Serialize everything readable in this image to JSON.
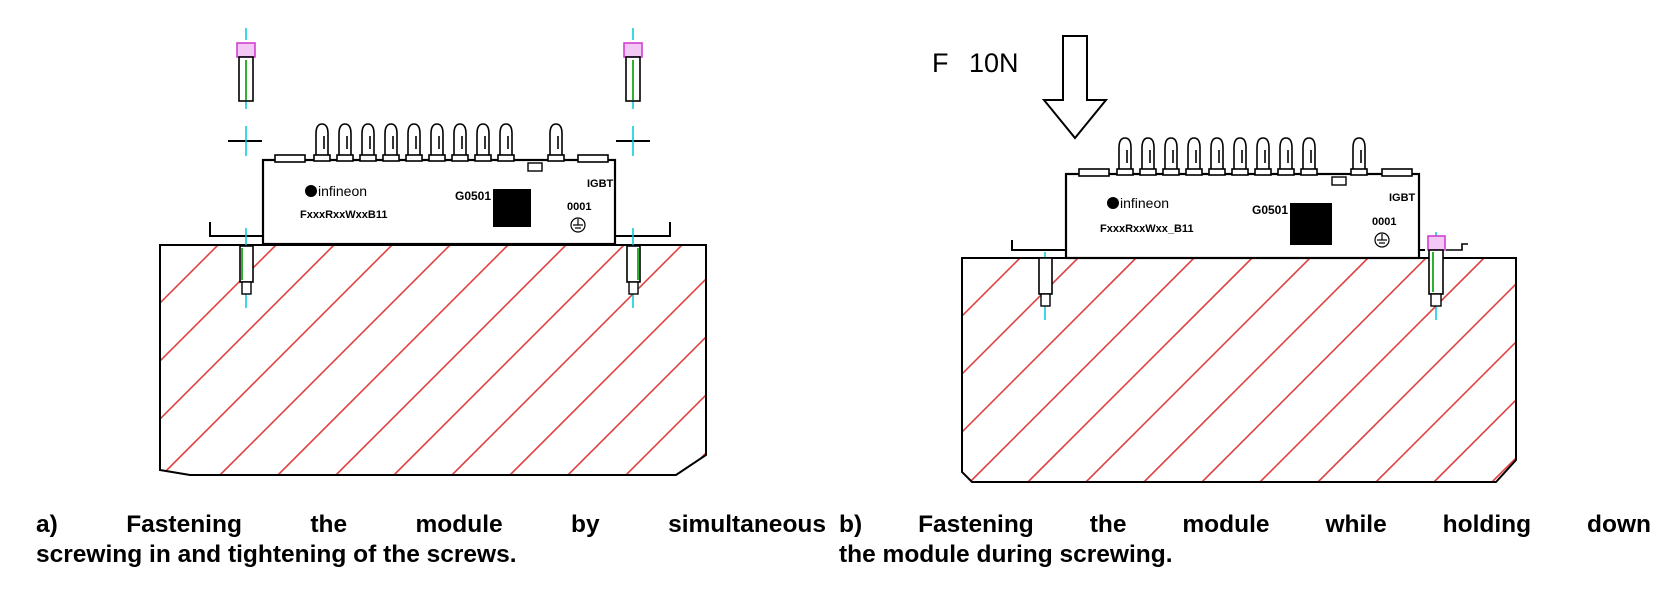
{
  "panel_a": {
    "caption_line1": "a) Fastening the module by simultaneous",
    "caption_line2": "screwing in and tightening of the screws.",
    "module": {
      "brand": "infineon",
      "part_number": "FxxxRxxWxxB11",
      "code": "G0501",
      "type": "IGBT",
      "serial": "0001"
    }
  },
  "panel_b": {
    "caption_line1": "b) Fastening the module while holding down",
    "caption_line2": "the module during screwing.",
    "force_symbol": "F",
    "force_value": "10N",
    "module": {
      "brand": "infineon",
      "part_number": "FxxxRxxWxx_B11",
      "code": "G0501",
      "type": "IGBT",
      "serial": "0001"
    }
  },
  "colors": {
    "hatch": "#e04040",
    "centerline": "#00c8d8",
    "screw_shaft": "#30b030",
    "screw_head": "#d040d0",
    "outline": "#000000"
  }
}
